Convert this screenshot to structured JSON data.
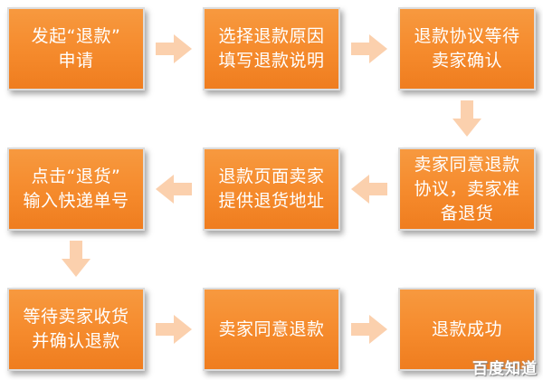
{
  "steps": [
    {
      "id": "s1",
      "lines": [
        "发起“退款”",
        "申请"
      ]
    },
    {
      "id": "s2",
      "lines": [
        "选择退款原因",
        "填写退款说明"
      ]
    },
    {
      "id": "s3",
      "lines": [
        "退款协议等待",
        "卖家确认"
      ]
    },
    {
      "id": "s4",
      "lines": [
        "卖家同意退款",
        "协议，卖家准",
        "备退货"
      ]
    },
    {
      "id": "s5",
      "lines": [
        "退款页面卖家",
        "提供退货地址"
      ]
    },
    {
      "id": "s6",
      "lines": [
        "点击“退货”",
        "输入快递单号"
      ]
    },
    {
      "id": "s7",
      "lines": [
        "等待卖家收货",
        "并确认退款"
      ]
    },
    {
      "id": "s8",
      "lines": [
        "卖家同意退款"
      ]
    },
    {
      "id": "s9",
      "lines": [
        "退款成功"
      ]
    }
  ],
  "watermark": "百度知道",
  "colors": {
    "box": "#f58a2c",
    "arrow": "#fbd0ad",
    "text": "#ffffff"
  }
}
